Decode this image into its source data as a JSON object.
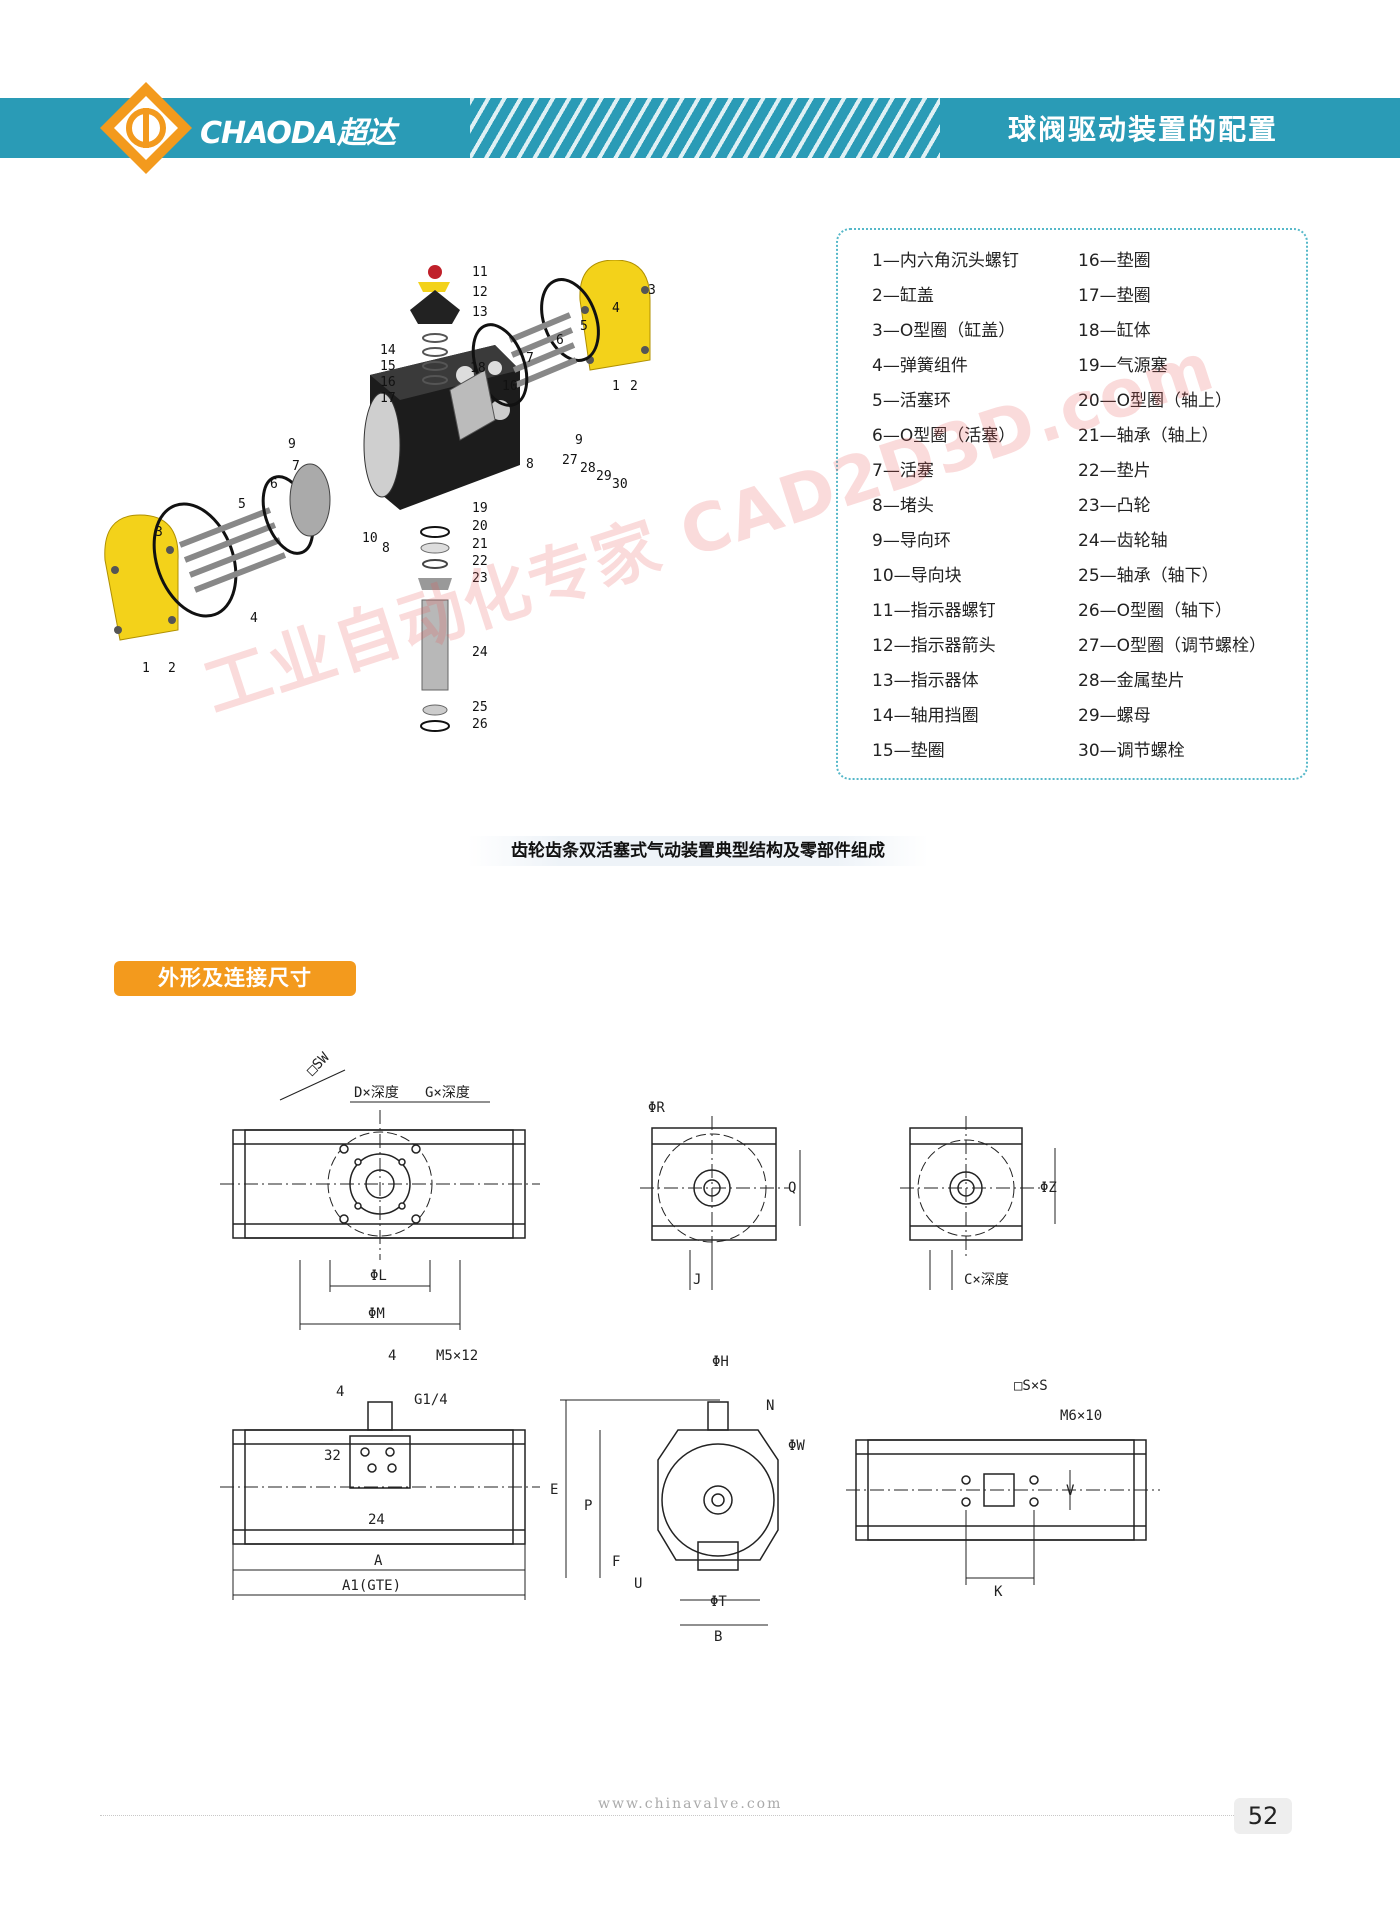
{
  "header": {
    "brand": "CHAODA超达",
    "title": "球阀驱动装置的配置"
  },
  "parts_list": {
    "left": [
      "1—内六角沉头螺钉",
      "2—缸盖",
      "3—O型圈（缸盖）",
      "4—弹簧组件",
      "5—活塞环",
      "6—O型圈（活塞）",
      "7—活塞",
      "8—堵头",
      "9—导向环",
      "10—导向块",
      "11—指示器螺钉",
      "12—指示器箭头",
      "13—指示器体",
      "14—轴用挡圈",
      "15—垫圈"
    ],
    "right": [
      "16—垫圈",
      "17—垫圈",
      "18—缸体",
      "19—气源塞",
      "20—O型圈（轴上）",
      "21—轴承（轴上）",
      "22—垫片",
      "23—凸轮",
      "24—齿轮轴",
      "25—轴承（轴下）",
      "26—O型圈（轴下）",
      "27—O型圈（调节螺栓）",
      "28—金属垫片",
      "29—螺母",
      "30—调节螺栓"
    ]
  },
  "exploded_labels": {
    "top": [
      "11",
      "12",
      "13",
      "14",
      "15",
      "16",
      "17",
      "18"
    ],
    "left": [
      "1",
      "2",
      "3",
      "4",
      "5",
      "6",
      "7",
      "8",
      "9",
      "10"
    ],
    "right": [
      "1",
      "2",
      "3",
      "4",
      "5",
      "6",
      "7",
      "8",
      "9",
      "10",
      "27",
      "28",
      "29",
      "30"
    ],
    "bottom": [
      "19",
      "20",
      "21",
      "22",
      "23",
      "24",
      "25",
      "26"
    ]
  },
  "caption": "齿轮齿条双活塞式气动装置典型结构及零部件组成",
  "section_title": "外形及连接尺寸",
  "watermark": "工业自动化专家 CAD2D3D.com",
  "dimension_labels": {
    "sw": "□SW",
    "d_depth": "D×深度",
    "g_depth": "G×深度",
    "phi_l": "ΦL",
    "phi_m": "ΦM",
    "phi_r": "ΦR",
    "q": "Q",
    "j": "J",
    "phi_z": "ΦZ",
    "c_depth": "C×深度",
    "dim_4a": "4",
    "dim_4b": "4",
    "m5": "M5×12",
    "g14": "G1/4",
    "dim_32": "32",
    "dim_24": "24",
    "a": "A",
    "a1": "A1(GTE)",
    "phi_h": "ΦH",
    "n": "N",
    "phi_w": "ΦW",
    "e": "E",
    "p": "P",
    "f": "F",
    "u": "U",
    "phi_t": "ΦT",
    "b": "B",
    "sxs": "□S×S",
    "m6": "M6×10",
    "v": "V",
    "k": "K"
  },
  "footer": {
    "url": "www.chinavalve.com",
    "page": "52"
  },
  "colors": {
    "header_blue": "#2a9bb6",
    "logo_orange": "#f39a1d",
    "tab_orange": "#f39a1d",
    "part_yellow": "#f3d21a",
    "cylinder_black": "#1a1a1a",
    "box_border": "#56b8c9"
  }
}
